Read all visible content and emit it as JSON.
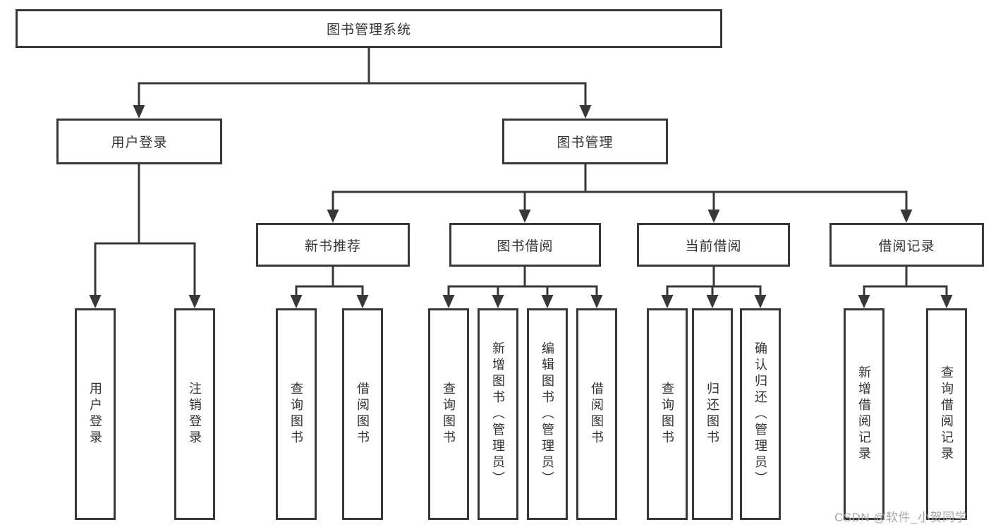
{
  "tree": {
    "root": {
      "label": "图书管理系统"
    },
    "user_login": {
      "label": "用户登录",
      "children": {
        "login": {
          "label": "用户登录"
        },
        "logout": {
          "label": "注销登录"
        }
      }
    },
    "book_management": {
      "label": "图书管理",
      "new_book_recommend": {
        "label": "新书推荐",
        "children": {
          "query": {
            "label": "查询图书"
          },
          "borrow": {
            "label": "借阅图书"
          }
        }
      },
      "book_borrowing": {
        "label": "图书借阅",
        "children": {
          "query": {
            "label": "查询图书"
          },
          "add": {
            "label": "新增图书（管理员）"
          },
          "edit": {
            "label": "编辑图书（管理员）"
          },
          "borrow": {
            "label": "借阅图书"
          }
        }
      },
      "current_borrowing": {
        "label": "当前借阅",
        "children": {
          "query": {
            "label": "查询图书"
          },
          "return": {
            "label": "归还图书"
          },
          "confirm": {
            "label": "确认归还（管理员）"
          }
        }
      },
      "borrow_records": {
        "label": "借阅记录",
        "children": {
          "add_record": {
            "label": "新增借阅记录"
          },
          "query_record": {
            "label": "查询借阅记录"
          }
        }
      }
    }
  },
  "watermark": {
    "text": "CSDN @软件_小贺同学"
  },
  "colors": {
    "line": "#383838",
    "box_border": "#383838",
    "text": "#333333",
    "watermark": "#a6a6a6",
    "background": "#ffffff"
  }
}
